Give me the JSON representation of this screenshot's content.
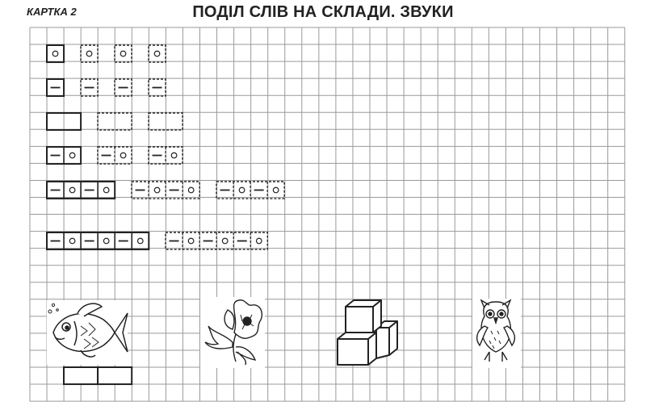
{
  "header": {
    "card_label": "КАРТКА 2",
    "title": "ПОДІЛ СЛІВ НА СКЛАДИ. ЗВУКИ"
  },
  "schemes": [
    {
      "name": "vowel-sound-scheme",
      "solid": [
        "o"
      ],
      "dashed": [
        [
          "o"
        ],
        [
          "o"
        ],
        [
          "o"
        ]
      ]
    },
    {
      "name": "consonant-sound-scheme",
      "solid": [
        "-"
      ],
      "dashed": [
        [
          "-"
        ],
        [
          "-"
        ],
        [
          "-"
        ]
      ]
    },
    {
      "name": "syllable-scheme",
      "solid": [
        "box"
      ],
      "dashed": [
        [
          "box"
        ],
        [
          "box"
        ]
      ]
    },
    {
      "name": "consonant-vowel-scheme",
      "solid": [
        "-",
        "o"
      ],
      "dashed": [
        [
          "-",
          "o"
        ],
        [
          "-",
          "o"
        ]
      ]
    },
    {
      "name": "two-syllable-scheme",
      "solid": [
        "-",
        "o",
        "-",
        "o"
      ],
      "dashed": [
        [
          "-",
          "o",
          "-",
          "o"
        ],
        [
          "-",
          "o",
          "-",
          "o"
        ]
      ]
    },
    {
      "name": "three-syllable-scheme",
      "solid": [
        "-",
        "o",
        "-",
        "o",
        "-",
        "o"
      ],
      "dashed": [
        [
          "-",
          "o",
          "-",
          "o",
          "-",
          "o"
        ]
      ]
    }
  ],
  "pictures": [
    "fish-picture",
    "flower-picture",
    "cubes-picture",
    "owl-picture"
  ],
  "answer_boxes": {
    "below": "fish-picture",
    "count": 2
  },
  "colors": {
    "grid": "#9a9a9a",
    "ink": "#222222"
  }
}
